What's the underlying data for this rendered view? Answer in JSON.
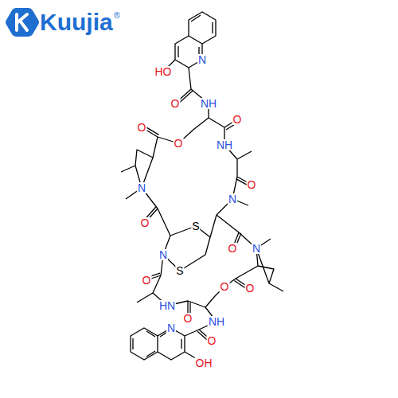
{
  "diagram": {
    "labels": [
      "Kuujia",
      "®",
      "N",
      "HO",
      "O",
      "NH",
      "O",
      "O",
      "O",
      "NH",
      "N",
      "O",
      "N",
      "S",
      "O",
      "N",
      "O",
      "N",
      "S",
      "O",
      "O",
      "O",
      "HN",
      "O",
      "NH",
      "N",
      "O",
      "OH"
    ]
  }
}
